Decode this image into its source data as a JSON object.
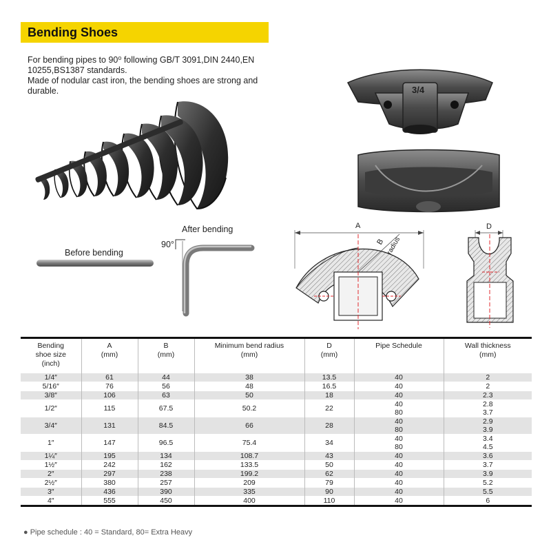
{
  "title": "Bending Shoes",
  "intro": {
    "line1": "For bending pipes to 90⁰  following GB/T 3091,DIN 2440,EN 10255,BS1387 standards.",
    "line2": "Made of nodular cast iron, the bending shoes are strong and durable."
  },
  "photo": {
    "shoe_marking": "3/4"
  },
  "bending": {
    "before_label": "Before bending",
    "after_label": "After bending",
    "angle_label": "90°"
  },
  "diagram": {
    "dim_a": "A",
    "dim_b": "B",
    "dim_radius": "radius",
    "dim_d": "D"
  },
  "table": {
    "headers": {
      "size": [
        "Bending",
        "shoe size",
        "(inch)"
      ],
      "a": [
        "A",
        "(mm)"
      ],
      "b": [
        "B",
        "(mm)"
      ],
      "radius": [
        "Minimum bend radius",
        "(mm)"
      ],
      "d": [
        "D",
        "(mm)"
      ],
      "schedule": [
        "Pipe Schedule"
      ],
      "wall": [
        "Wall thickness",
        "(mm)"
      ]
    },
    "rows": [
      {
        "size": "1/4″",
        "a": "61",
        "b": "44",
        "radius": "38",
        "d": "13.5",
        "schedule": [
          "40"
        ],
        "wall": [
          "2"
        ]
      },
      {
        "size": "5/16″",
        "a": "76",
        "b": "56",
        "radius": "48",
        "d": "16.5",
        "schedule": [
          "40"
        ],
        "wall": [
          "2"
        ]
      },
      {
        "size": "3/8″",
        "a": "106",
        "b": "63",
        "radius": "50",
        "d": "18",
        "schedule": [
          "40"
        ],
        "wall": [
          "2.3"
        ]
      },
      {
        "size": "1/2″",
        "a": "115",
        "b": "67.5",
        "radius": "50.2",
        "d": "22",
        "schedule": [
          "40",
          "80"
        ],
        "wall": [
          "2.8",
          "3.7"
        ]
      },
      {
        "size": "3/4″",
        "a": "131",
        "b": "84.5",
        "radius": "66",
        "d": "28",
        "schedule": [
          "40",
          "80"
        ],
        "wall": [
          "2.9",
          "3.9"
        ]
      },
      {
        "size": "1″",
        "a": "147",
        "b": "96.5",
        "radius": "75.4",
        "d": "34",
        "schedule": [
          "40",
          "80"
        ],
        "wall": [
          "3.4",
          "4.5"
        ]
      },
      {
        "size": "1¼″",
        "a": "195",
        "b": "134",
        "radius": "108.7",
        "d": "43",
        "schedule": [
          "40"
        ],
        "wall": [
          "3.6"
        ]
      },
      {
        "size": "1½″",
        "a": "242",
        "b": "162",
        "radius": "133.5",
        "d": "50",
        "schedule": [
          "40"
        ],
        "wall": [
          "3.7"
        ]
      },
      {
        "size": "2″",
        "a": "297",
        "b": "238",
        "radius": "199.2",
        "d": "62",
        "schedule": [
          "40"
        ],
        "wall": [
          "3.9"
        ]
      },
      {
        "size": "2½″",
        "a": "380",
        "b": "257",
        "radius": "209",
        "d": "79",
        "schedule": [
          "40"
        ],
        "wall": [
          "5.2"
        ]
      },
      {
        "size": "3″",
        "a": "436",
        "b": "390",
        "radius": "335",
        "d": "90",
        "schedule": [
          "40"
        ],
        "wall": [
          "5.5"
        ]
      },
      {
        "size": "4″",
        "a": "555",
        "b": "450",
        "radius": "400",
        "d": "110",
        "schedule": [
          "40"
        ],
        "wall": [
          "6"
        ]
      }
    ]
  },
  "footnote": "● Pipe schedule : 40 = Standard, 80= Extra Heavy",
  "colors": {
    "accent": "#f5d400",
    "shade_row": "#e3e3e3",
    "dim_red": "#e0282c"
  }
}
